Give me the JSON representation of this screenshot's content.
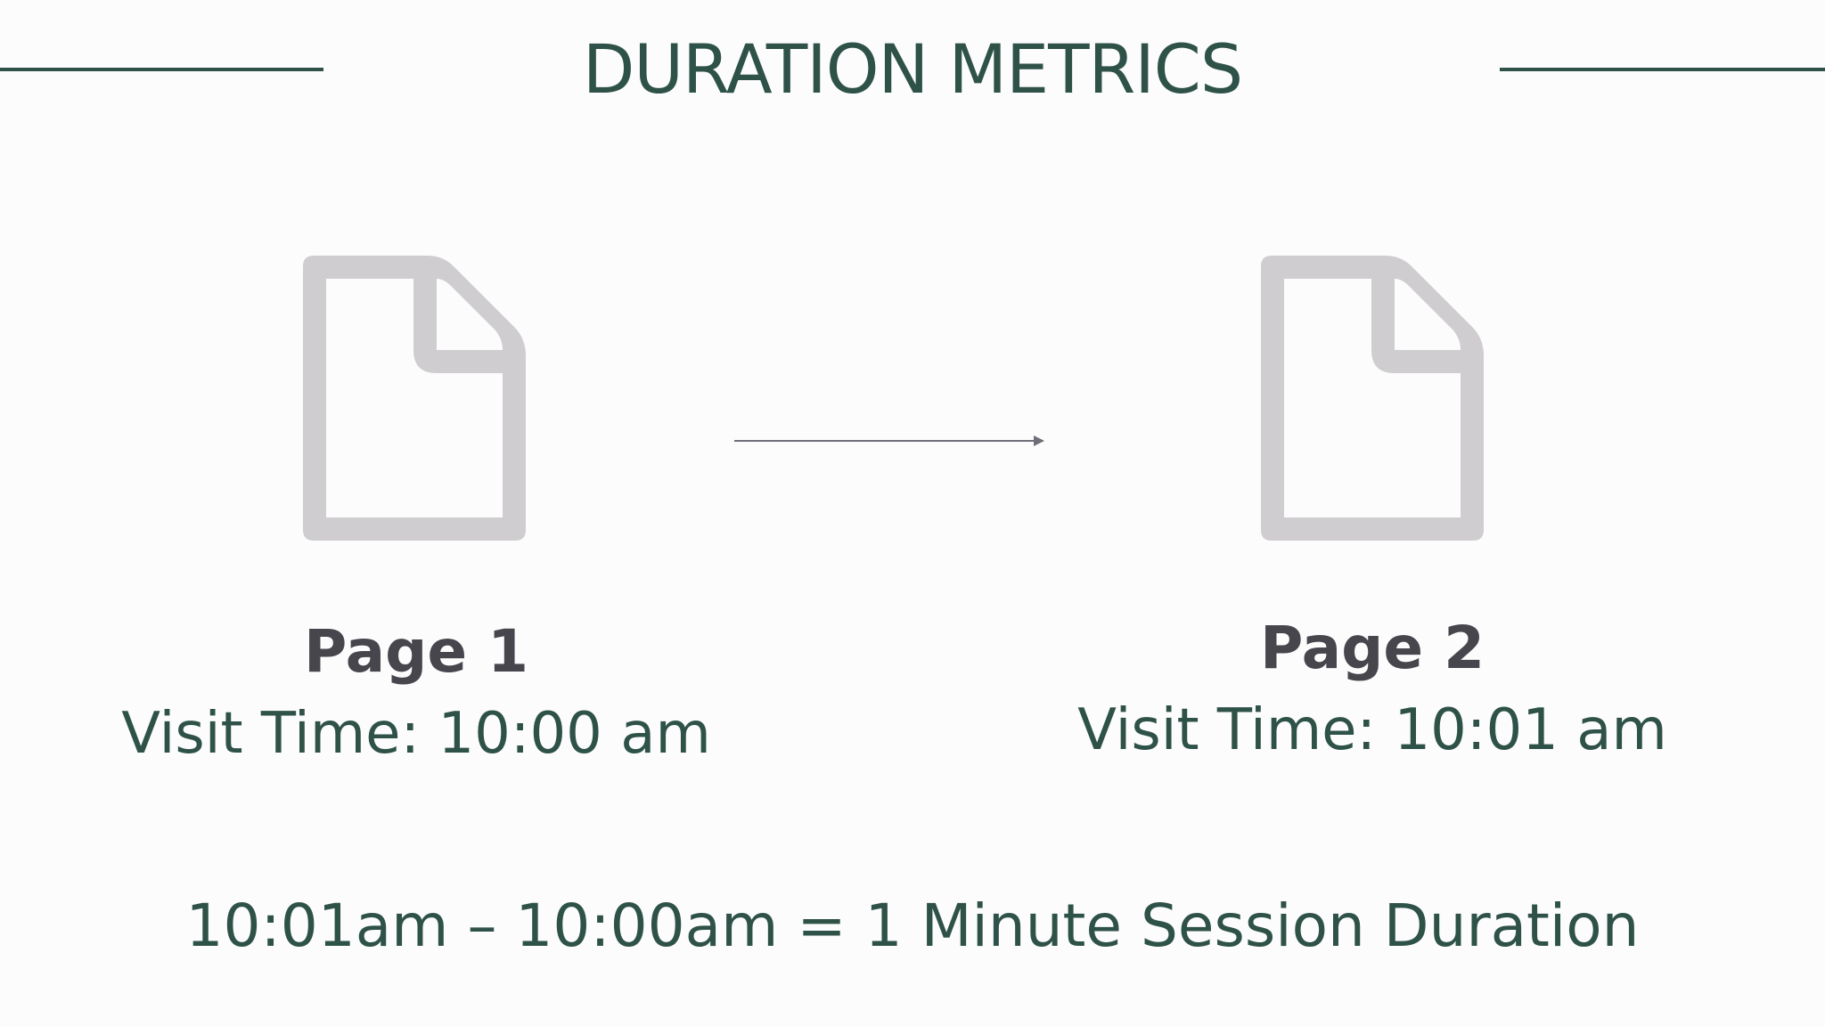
{
  "title": "DURATION METRICS",
  "pages": [
    {
      "label": "Page 1",
      "visit_time": "Visit Time: 10:00 am",
      "icon": "document-icon"
    },
    {
      "label": "Page 2",
      "visit_time": "Visit Time: 10:01 am",
      "icon": "document-icon"
    }
  ],
  "formula": "10:01am – 10:00am = 1 Minute Session Duration",
  "colors": {
    "background": "#fcfcfd",
    "heading": "#2f5248",
    "page_label": "#48464d",
    "icon": "#cfcdd0",
    "arrow": "#6f6e78"
  }
}
